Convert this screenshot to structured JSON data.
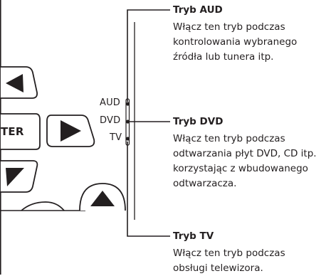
{
  "remote": {
    "button_partial_label": "TER",
    "switch_positions": [
      "AUD",
      "DVD",
      "TV"
    ]
  },
  "modes": [
    {
      "title": "Tryb AUD",
      "lines": [
        "Włącz ten tryb podczas",
        "kontrolowania wybranego",
        "źródła lub tunera itp."
      ]
    },
    {
      "title": "Tryb DVD",
      "lines": [
        "Włącz ten tryb podczas",
        "odtwarzania płyt DVD, CD itp.",
        "korzystając z wbudowanego",
        "odtwarzacza."
      ]
    },
    {
      "title": "Tryb TV",
      "lines": [
        "Włącz ten tryb podczas",
        "obsługi telewizora."
      ]
    }
  ]
}
